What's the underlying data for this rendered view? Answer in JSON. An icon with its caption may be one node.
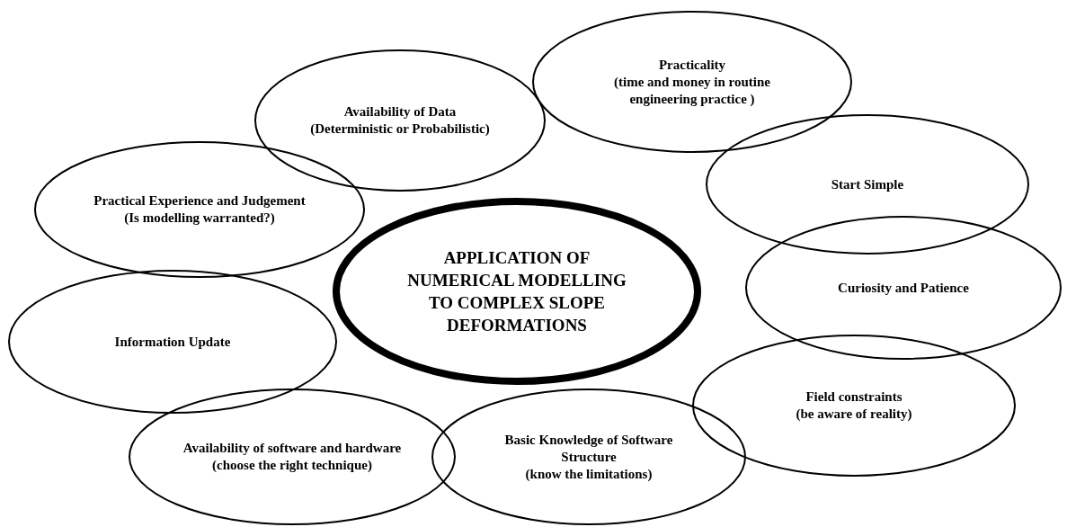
{
  "diagram": {
    "nodes": [
      {
        "text": [
          "APPLICATION OF NUMERICAL MODELLING TO COMPLEX SLOPE DEFORMATIONS"
        ]
      },
      {
        "text": [
          "Availability of Data",
          "(Deterministic or Probabilistic)"
        ]
      },
      {
        "text": [
          "Practicality",
          "(time and money in routine engineering practice )"
        ]
      },
      {
        "text": [
          "Practical Experience and Judgement",
          "(Is modelling warranted?)"
        ]
      },
      {
        "text": [
          "Start Simple"
        ]
      },
      {
        "text": [
          "Curiosity and Patience"
        ]
      },
      {
        "text": [
          "Information Update"
        ]
      },
      {
        "text": [
          "Field constraints",
          "(be aware of reality)"
        ]
      },
      {
        "text": [
          "Availability of software and hardware",
          "(choose the right technique)"
        ]
      },
      {
        "text": [
          "Basic Knowledge of Software Structure",
          "(know the limitations)"
        ]
      }
    ]
  }
}
